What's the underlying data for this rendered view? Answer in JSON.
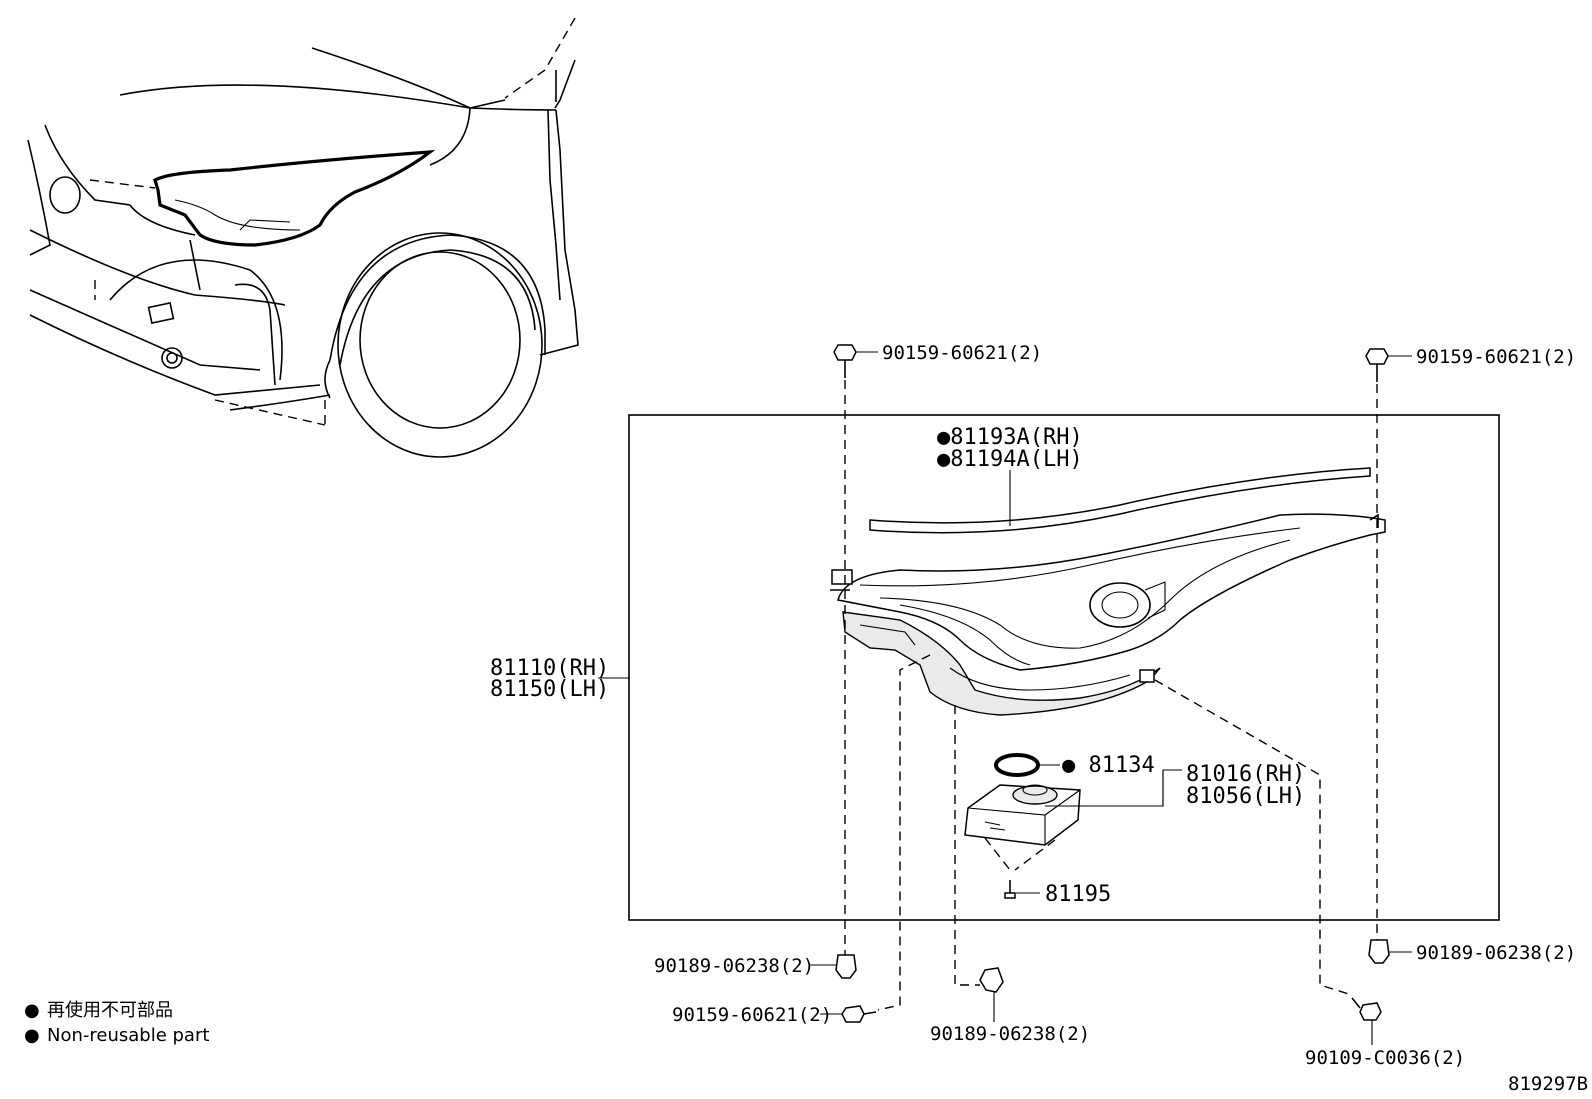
{
  "diagram_id": "819297B",
  "legend": {
    "symbol": "●",
    "line_japanese": "再使用不可部品",
    "line_english": "Non-reusable part"
  },
  "labels": {
    "bolt_top_left": "90159-60621(2)",
    "bolt_top_right": "90159-60621(2)",
    "housing_rh": "81110(RH)",
    "housing_lh": "81150(LH)",
    "seal_rh": "●81193A(RH)",
    "seal_lh": "●81194A(LH)",
    "oring": "● 81134",
    "computer_rh": "81016(RH)",
    "computer_lh": "81056(LH)",
    "screw": "81195",
    "grommet_left": "90189-06238(2)",
    "bolt_bottom_left": "90159-60621(2)",
    "grommet_center": "90189-06238(2)",
    "grommet_right": "90189-06238(2)",
    "bolt_bottom_right": "90109-C0036(2)"
  }
}
